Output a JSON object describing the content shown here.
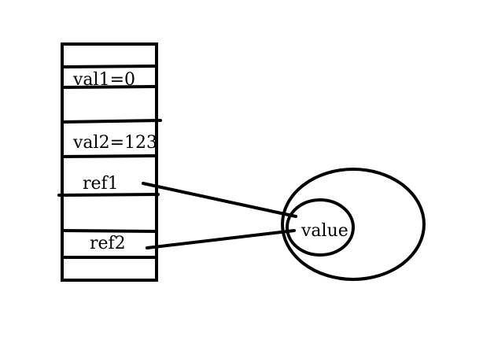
{
  "stack": {
    "slots": [
      {
        "label": ""
      },
      {
        "label": "val1=0"
      },
      {
        "label": ""
      },
      {
        "label": "val2=123"
      },
      {
        "label": "ref1"
      },
      {
        "label": ""
      },
      {
        "label": "ref2"
      },
      {
        "label": ""
      }
    ]
  },
  "heap": {
    "object_label": "value"
  },
  "colors": {
    "ink": "#000000",
    "background": "#ffffff"
  }
}
